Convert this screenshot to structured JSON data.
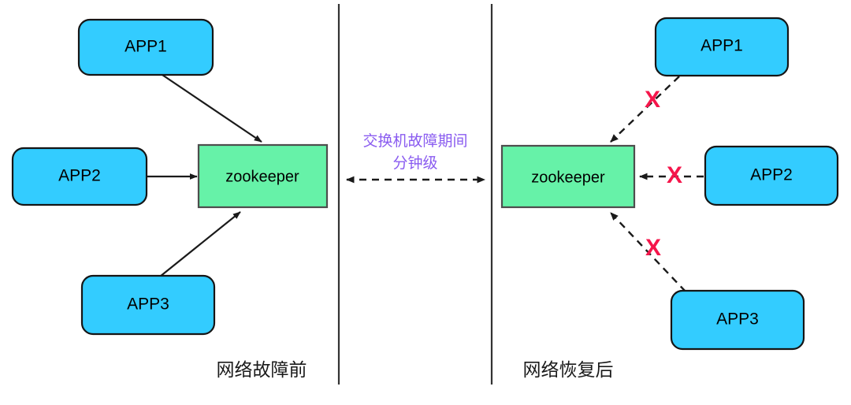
{
  "diagram": {
    "title_left": "网络故障前",
    "title_right": "网络恢复后",
    "center_note_line1": "交换机故障期间",
    "center_note_line2": "分钟级",
    "cross_symbol": "X",
    "colors": {
      "app_fill": "#33ccff",
      "app_stroke": "#151515",
      "zookeeper_fill": "#66f2a8",
      "zookeeper_stroke": "#4d4d4d",
      "note_text": "#8a5cf0",
      "cross": "#f5164b",
      "arrow": "#1a1a1a",
      "divider": "#333333",
      "background": "#ffffff",
      "label_text": "#1a1a1a"
    },
    "left_panel": {
      "caption": "网络故障前",
      "center_node": "zookeeper",
      "apps": [
        {
          "label": "APP1",
          "connection": "solid-arrow-to-zookeeper"
        },
        {
          "label": "APP2",
          "connection": "solid-arrow-to-zookeeper"
        },
        {
          "label": "APP3",
          "connection": "solid-arrow-to-zookeeper"
        }
      ]
    },
    "right_panel": {
      "caption": "网络恢复后",
      "center_node": "zookeeper",
      "apps": [
        {
          "label": "APP1",
          "connection": "dashed-arrow-to-zookeeper",
          "status": "broken"
        },
        {
          "label": "APP2",
          "connection": "dashed-arrow-to-zookeeper",
          "status": "broken"
        },
        {
          "label": "APP3",
          "connection": "dashed-arrow-to-zookeeper",
          "status": "broken"
        }
      ]
    },
    "center_gap": {
      "note_line1": "交换机故障期间",
      "note_line2": "分钟级",
      "connector": "dashed-double-arrow"
    }
  }
}
